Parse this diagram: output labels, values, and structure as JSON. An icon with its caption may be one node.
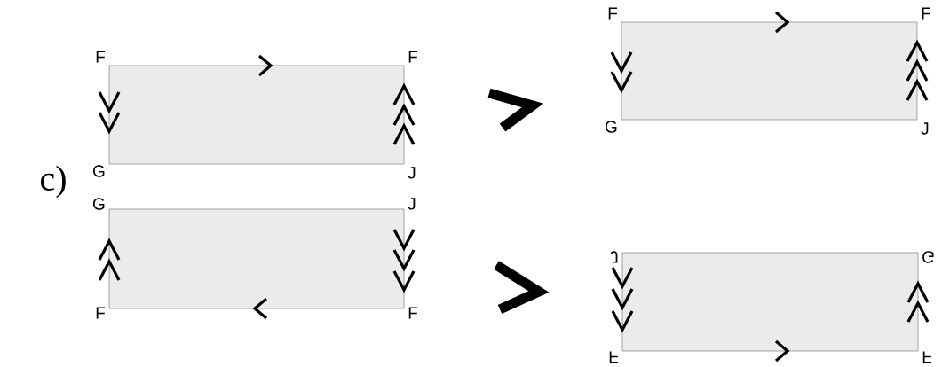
{
  "diagram": {
    "nodes": [
      {
        "text": [],
        "shape": "box"
      },
      {
        "text": [],
        "shape": "chevron"
      },
      {
        "text": [],
        "shape": "box"
      },
      {
        "text": [],
        "shape": "box"
      },
      {
        "text": [],
        "shape": "chevron"
      },
      {
        "text": [],
        "shape": "box"
      }
    ],
    "labels": [
      "F",
      "F",
      "G",
      "J",
      "F",
      "F",
      "G",
      "J",
      "c)",
      "G",
      "J",
      "F",
      "F",
      "J",
      "G",
      "F",
      "F"
    ]
  }
}
